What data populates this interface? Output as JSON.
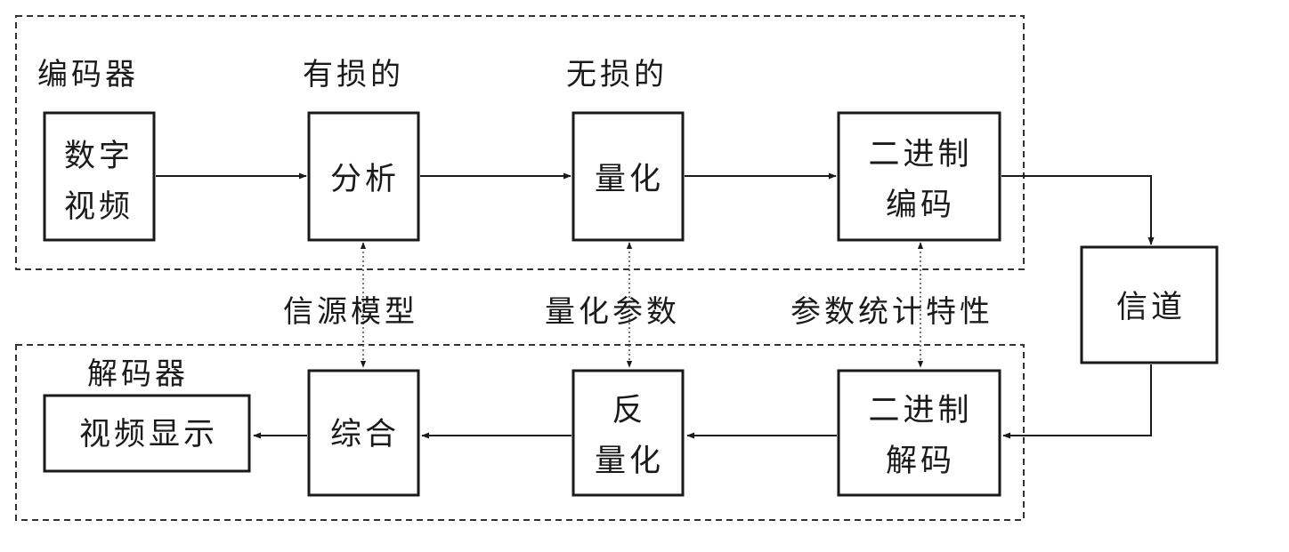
{
  "encoder": {
    "title": "编码器",
    "lossy_label": "有损的",
    "lossless_label": "无损的",
    "digital_video": [
      "数字",
      "视频"
    ],
    "analysis": "分析",
    "quantization": "量化",
    "binary_encoding": [
      "二进制",
      "编码"
    ]
  },
  "channel": "信道",
  "links": {
    "source_model": "信源模型",
    "quant_params": "量化参数",
    "param_stats": "参数统计特性"
  },
  "decoder": {
    "title": "解码器",
    "video_display": "视频显示",
    "synthesis": "综合",
    "dequantization": [
      "反",
      "量化"
    ],
    "binary_decoding": [
      "二进制",
      "解码"
    ]
  },
  "colors": {
    "ink": "#1a1a1a",
    "background": "#ffffff"
  }
}
